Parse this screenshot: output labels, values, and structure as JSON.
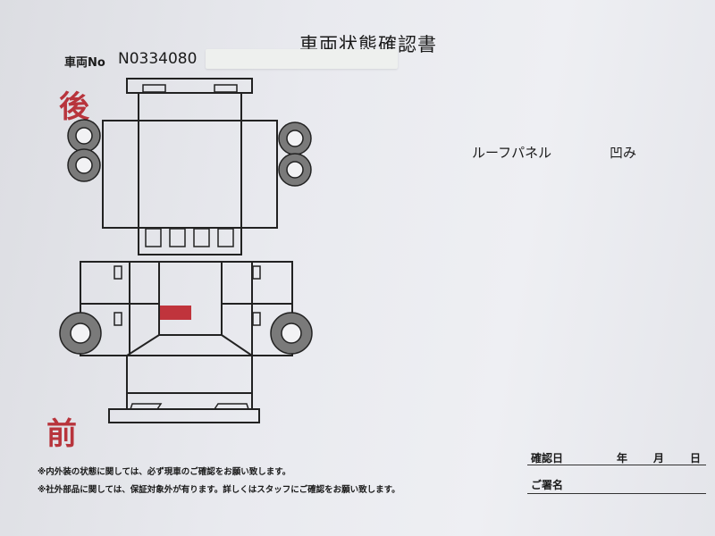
{
  "document": {
    "title": "車両状態確認書",
    "vehicle_no_label": "車両No",
    "vehicle_no": "N0334080",
    "rear_label": "後",
    "front_label": "前",
    "damage_part": "ルーフパネル",
    "damage_type": "凹み",
    "disclaimers": [
      "※内外装の状態に関しては、必ず現車のご確認をお願い致します。",
      "※社外部品に関しては、保証対象外が有ります。詳しくはスタッフにご確認をお願い致します。"
    ],
    "confirm_date_label": "確認日",
    "year_label": "年",
    "month_label": "月",
    "day_label": "日",
    "signature_label": "ご署名",
    "damage_color": "#c0343c"
  }
}
